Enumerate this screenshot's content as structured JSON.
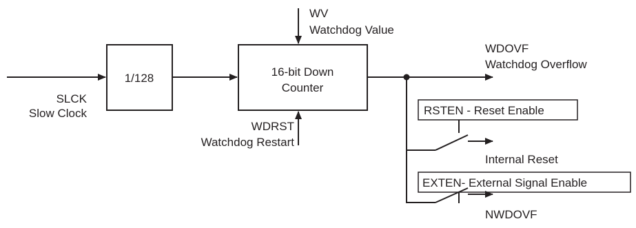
{
  "diagram": {
    "input": {
      "signal": "SLCK",
      "description": "Slow Clock"
    },
    "prescaler": {
      "label": "1/128"
    },
    "counter": {
      "line1": "16-bit Down",
      "line2": "Counter"
    },
    "load_value": {
      "signal": "WV",
      "description": "Watchdog Value"
    },
    "restart": {
      "signal": "WDRST",
      "description": "Watchdog Restart"
    },
    "overflow": {
      "signal": "WDOVF",
      "description": "Watchdog Overflow"
    },
    "reset_enable": {
      "label": "RSTEN - Reset Enable"
    },
    "internal_reset": {
      "label": "Internal Reset"
    },
    "external_enable": {
      "label": "EXTEN- External Signal Enable"
    },
    "external_output": {
      "label": "NWDOVF"
    },
    "colors": {
      "ink": "#231f20",
      "background": "#ffffff"
    }
  }
}
